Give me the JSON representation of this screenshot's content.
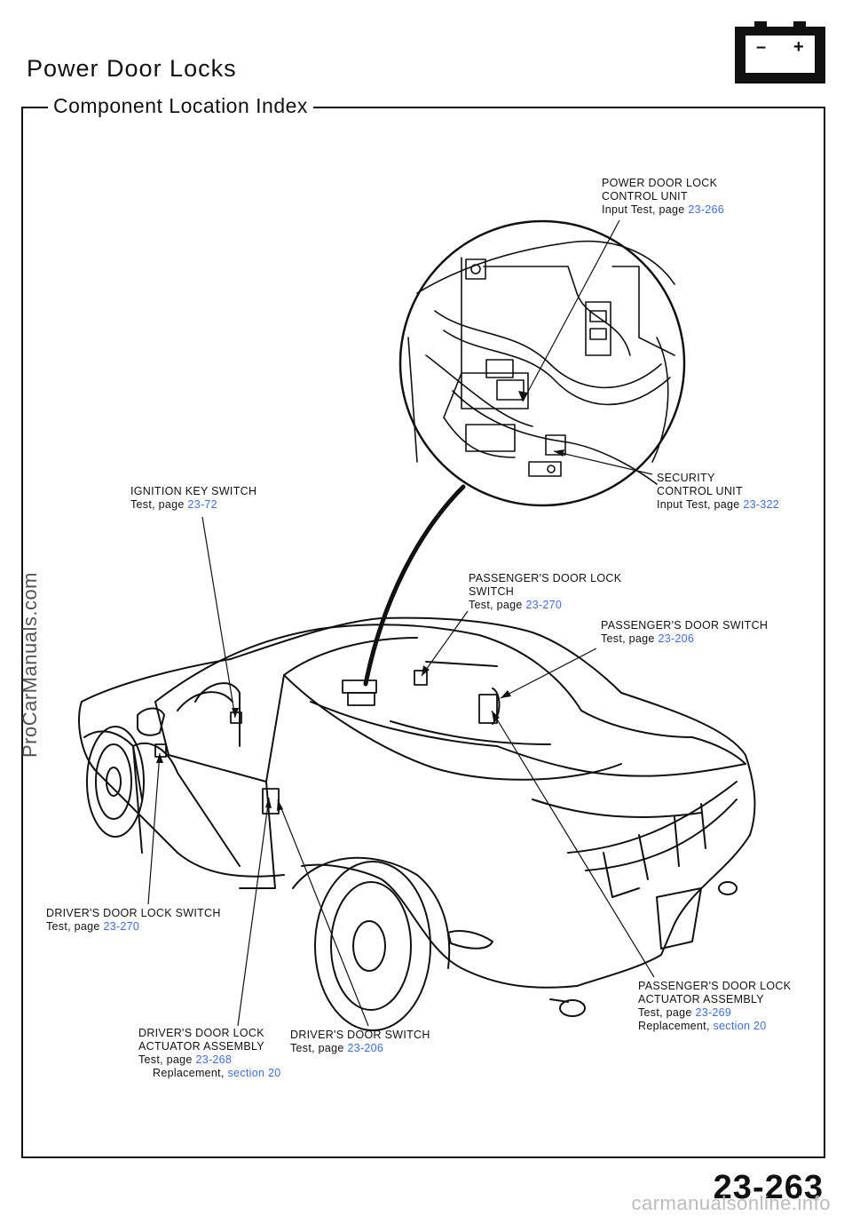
{
  "page": {
    "title": "Power Door Locks",
    "subtitle": "Component  Location  Index",
    "page_number": "23-263",
    "watermark": "ProCarManuals.com",
    "footer": "carmanualsonline.info"
  },
  "battery_icon": {
    "minus": "–",
    "plus": "+"
  },
  "labels": {
    "control_unit": {
      "line1": "POWER DOOR LOCK",
      "line2": "CONTROL  UNIT",
      "test": "Input Test,  page ",
      "link": "23-266"
    },
    "security_unit": {
      "line1": "SECURITY",
      "line2": "CONTROL  UNIT",
      "test": "Input Test,  page ",
      "link": "23-322"
    },
    "ignition_switch": {
      "line1": "IGNITION KEY SWITCH",
      "test": "Test,  page ",
      "link": "23-72"
    },
    "pass_lock_switch": {
      "line1": "PASSENGER'S DOOR LOCK",
      "line2": "SWITCH",
      "test": "Test,  page ",
      "link": "23-270"
    },
    "pass_door_switch": {
      "line1": "PASSENGER'S  DOOR  SWITCH",
      "test": "Test,  page ",
      "link": "23-206"
    },
    "driver_lock_switch": {
      "line1": "DRIVER'S DOOR LOCK SWITCH",
      "test": "Test,  page ",
      "link": "23-270"
    },
    "pass_actuator": {
      "line1": "PASSENGER'S DOOR LOCK",
      "line2": "ACTUATOR ASSEMBLY",
      "test": "Test,  page ",
      "link": "23-269",
      "repl": "Replacement, ",
      "repl_link": "section 20"
    },
    "driver_actuator": {
      "line1": "DRIVER'S DOOR LOCK",
      "line2": "ACTUATOR  ASSEMBLY",
      "test": "Test,  page ",
      "link": "23-268",
      "repl": "Replacement, ",
      "repl_link": "section 20"
    },
    "driver_door_switch": {
      "line1": "DRIVER'S DOOR SWITCH",
      "test": "Test,  page ",
      "link": "23-206"
    }
  },
  "colors": {
    "link": "#3b6fd8",
    "ink": "#111111"
  }
}
